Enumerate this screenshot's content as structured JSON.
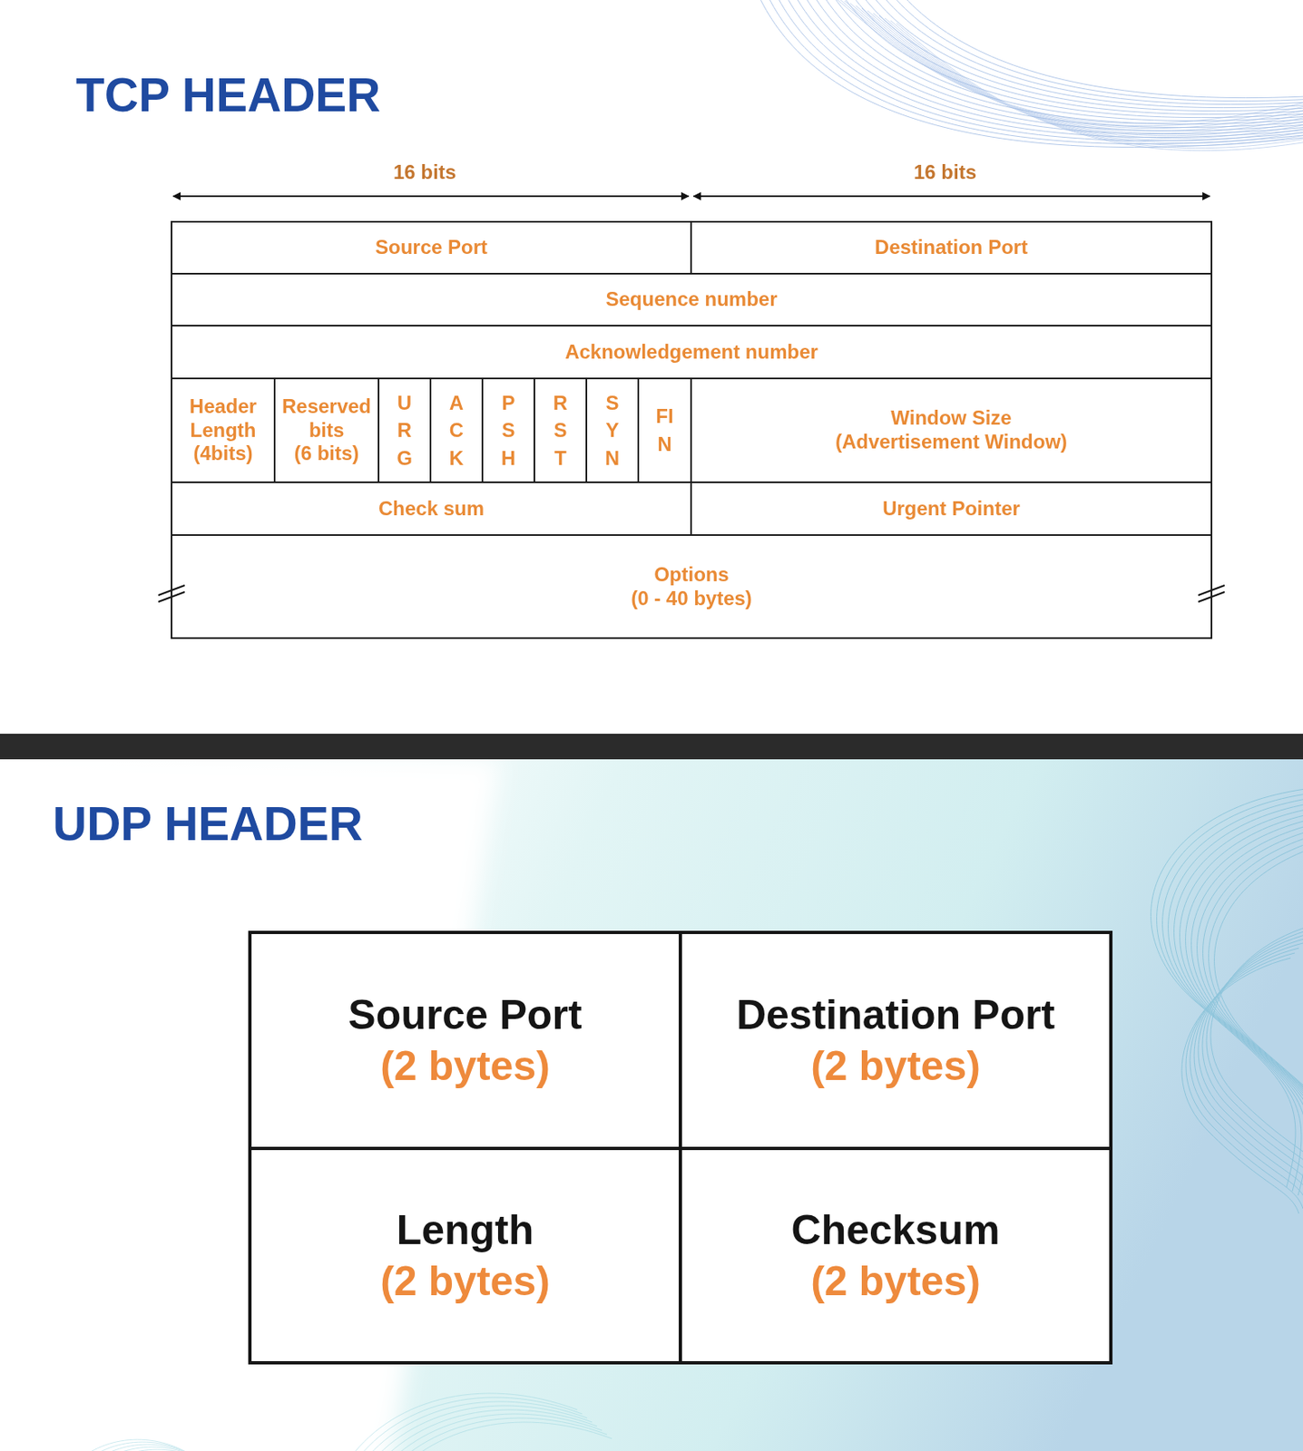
{
  "diagram": {
    "title": "TCP HEADER",
    "nodes": [
      {
        "text": [
          "Source Port"
        ]
      },
      {
        "text": [
          "Destination Port"
        ]
      },
      {
        "text": [
          "Sequence number"
        ]
      },
      {
        "text": [
          "Acknowledgement number"
        ]
      },
      {
        "text": [
          "Header Length (4bits)"
        ]
      },
      {
        "text": [
          "Reserved bits (6 bits)"
        ]
      },
      {
        "text": [
          "URG"
        ]
      },
      {
        "text": [
          "ACK"
        ]
      },
      {
        "text": [
          "PSH"
        ]
      },
      {
        "text": [
          "RST"
        ]
      },
      {
        "text": [
          "SYN"
        ]
      },
      {
        "text": [
          "FIN"
        ]
      },
      {
        "text": [
          "Window Size (Advertisement Window)"
        ]
      },
      {
        "text": [
          "Check sum"
        ]
      },
      {
        "text": [
          "Urgent Pointer"
        ]
      },
      {
        "text": [
          "Options (0 - 40 bytes)"
        ]
      },
      {
        "text": [
          "Source Port",
          "(2 bytes)"
        ]
      },
      {
        "text": [
          "Destination Port",
          "(2 bytes)"
        ]
      },
      {
        "text": [
          "Length",
          "(2 bytes)"
        ]
      },
      {
        "text": [
          "Checksum",
          "(2 bytes)"
        ]
      }
    ],
    "labels": [
      "16 bits",
      "16 bits",
      "UDP HEADER"
    ]
  }
}
